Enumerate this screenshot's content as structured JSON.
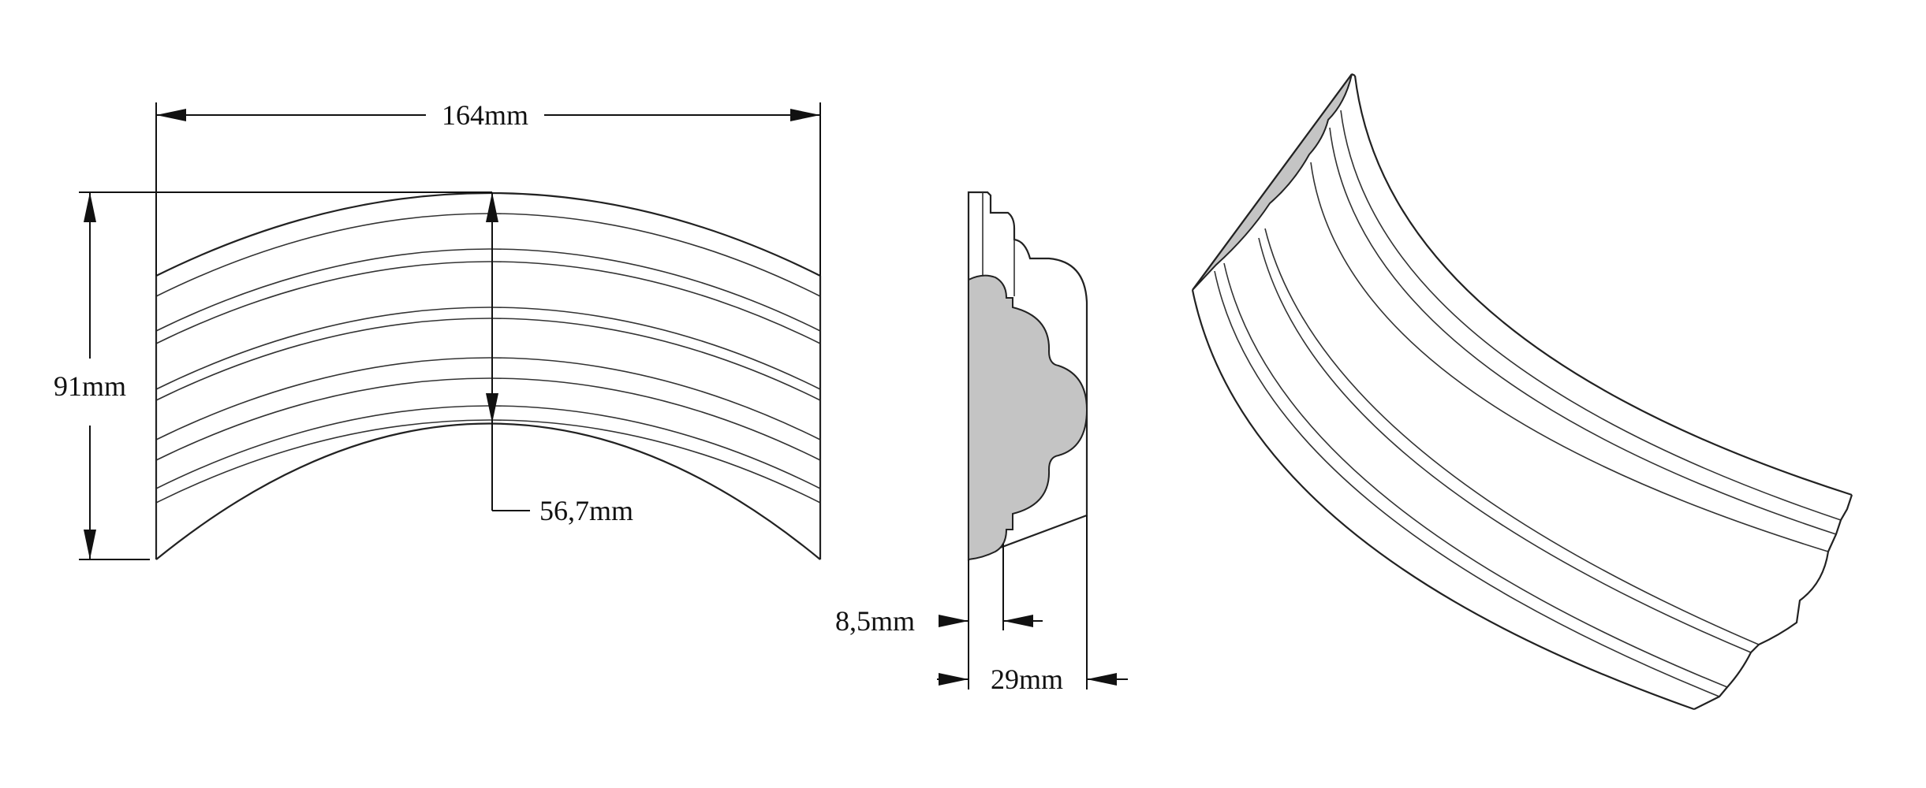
{
  "dimensions": {
    "width": "164mm",
    "height": "91mm",
    "inner_rise": "56,7mm",
    "flat_depth": "8,5mm",
    "total_depth": "29mm"
  }
}
